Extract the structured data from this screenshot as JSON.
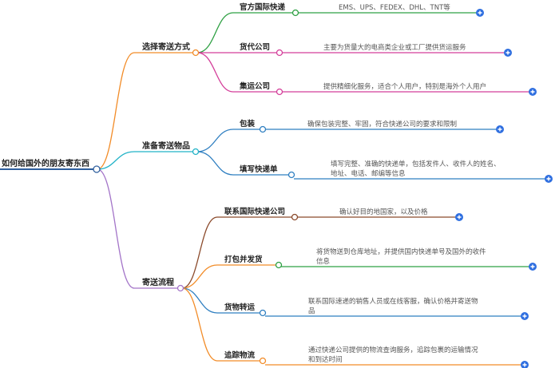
{
  "root": {
    "label": "如何给国外的朋友寄东西"
  },
  "branches": [
    {
      "label": "选择寄送方式",
      "color": "#f28c28",
      "children": [
        {
          "label": "官方国际快递",
          "color": "#2ea043",
          "leaf": [
            "EMS、UPS、FEDEX、DHL、TNT等"
          ]
        },
        {
          "label": "货代公司",
          "color": "#d43f9a",
          "leaf": [
            "主要为货量大的电商类企业或工厂提供货运服务"
          ]
        },
        {
          "label": "集运公司",
          "color": "#d43f9a",
          "leaf": [
            "提供精细化服务，适合个人用户，特别是海外个人用户"
          ]
        }
      ]
    },
    {
      "label": "准备寄送物品",
      "color": "#22b3c7",
      "children": [
        {
          "label": "包装",
          "color": "#2f7fc1",
          "leaf": [
            "确保包装完整、牢固，符合快递公司的要求和限制"
          ]
        },
        {
          "label": "填写快递单",
          "color": "#2f7fc1",
          "leaf": [
            "填写完整、准确的快递单，包括发件人、收件人的姓名、",
            "地址、电话、邮编等信息"
          ]
        }
      ]
    },
    {
      "label": "寄送流程",
      "color": "#a374c8",
      "children": [
        {
          "label": "联系国际快递公司",
          "color": "#8b4a2b",
          "leaf": [
            "确认好目的地国家，以及价格"
          ]
        },
        {
          "label": "打包并发货",
          "color": "#2ea043",
          "leaf": [
            "将货物送到仓库地址，并提供国内快递单号及国外的收件",
            "信息"
          ]
        },
        {
          "label": "货物转运",
          "color": "#2f7fc1",
          "leaf": [
            "联系国际速递的销售人员或在线客服，确认价格并寄送物",
            "品"
          ]
        },
        {
          "label": "追踪物流",
          "color": "#f28c28",
          "leaf": [
            "通过快递公司提供的物流查询服务，追踪包裹的运输情况",
            "和到达时间"
          ]
        }
      ]
    }
  ],
  "accent": {
    "root_line": "#2f5f9e",
    "expand_button": "#2f6fe0"
  },
  "icons": {
    "expand": "plus-icon"
  }
}
